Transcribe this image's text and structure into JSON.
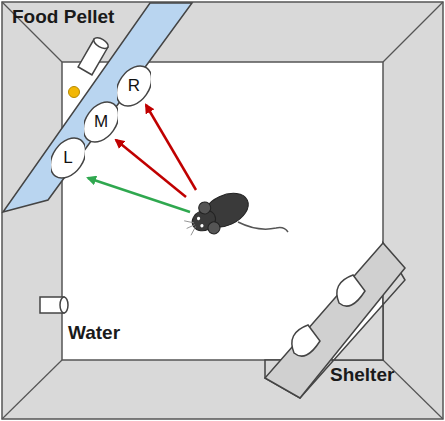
{
  "diagram": {
    "nodes": [
      {
        "text": [
          "L"
        ]
      },
      {
        "text": [
          "M"
        ]
      },
      {
        "text": [
          "R"
        ]
      }
    ],
    "labels": [
      "Food Pellet",
      "Water",
      "Shelter"
    ]
  }
}
